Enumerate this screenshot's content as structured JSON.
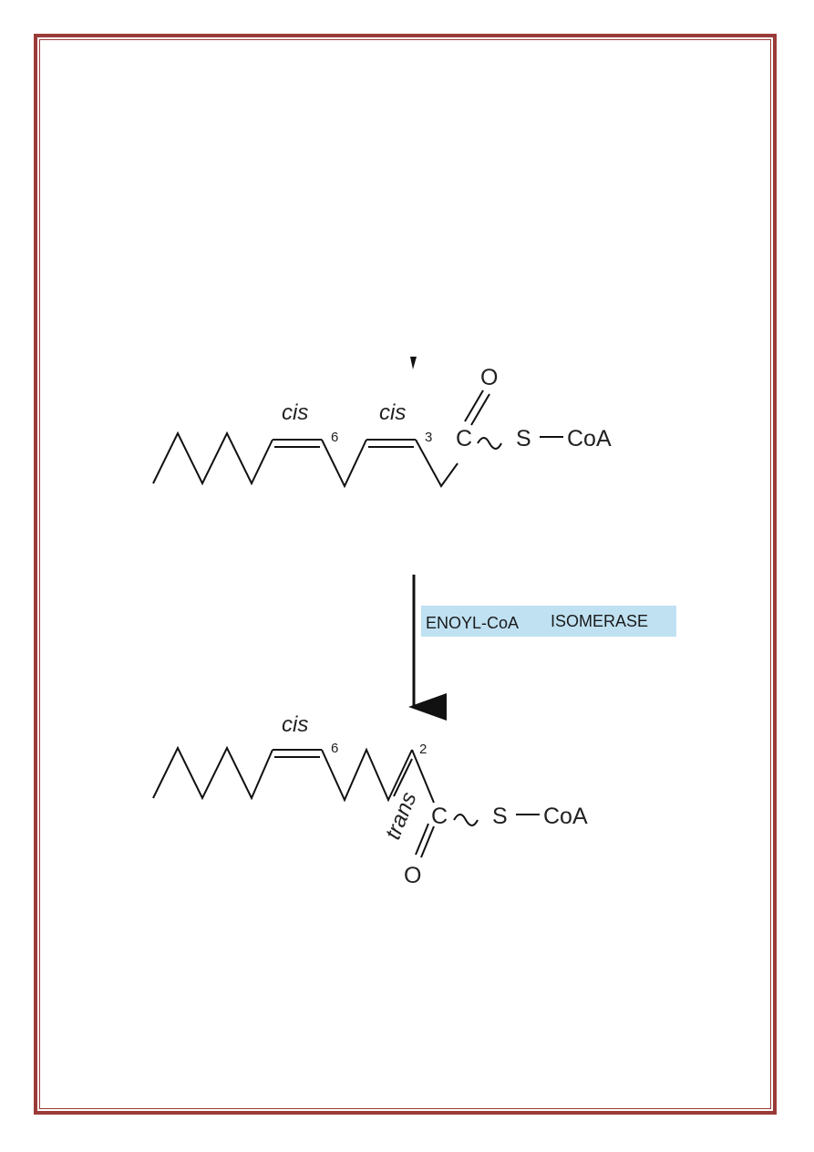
{
  "colors": {
    "border": "#9a3b37",
    "bond": "#111111",
    "enzyme_highlight": "#bfe1f2"
  },
  "reactant": {
    "cis_label_1": "cis",
    "position_1": "6",
    "cis_label_2": "cis",
    "position_2": "3",
    "carbon": "C",
    "oxygen": "O",
    "sulfur": "S",
    "coa": "CoA"
  },
  "enzyme": {
    "name_part1": "ENOYL-CoA",
    "name_part2": "ISOMERASE"
  },
  "product": {
    "cis_label": "cis",
    "position_1": "6",
    "position_2": "2",
    "trans_label": "trans",
    "carbon": "C",
    "oxygen": "O",
    "sulfur": "S",
    "coa": "CoA"
  }
}
